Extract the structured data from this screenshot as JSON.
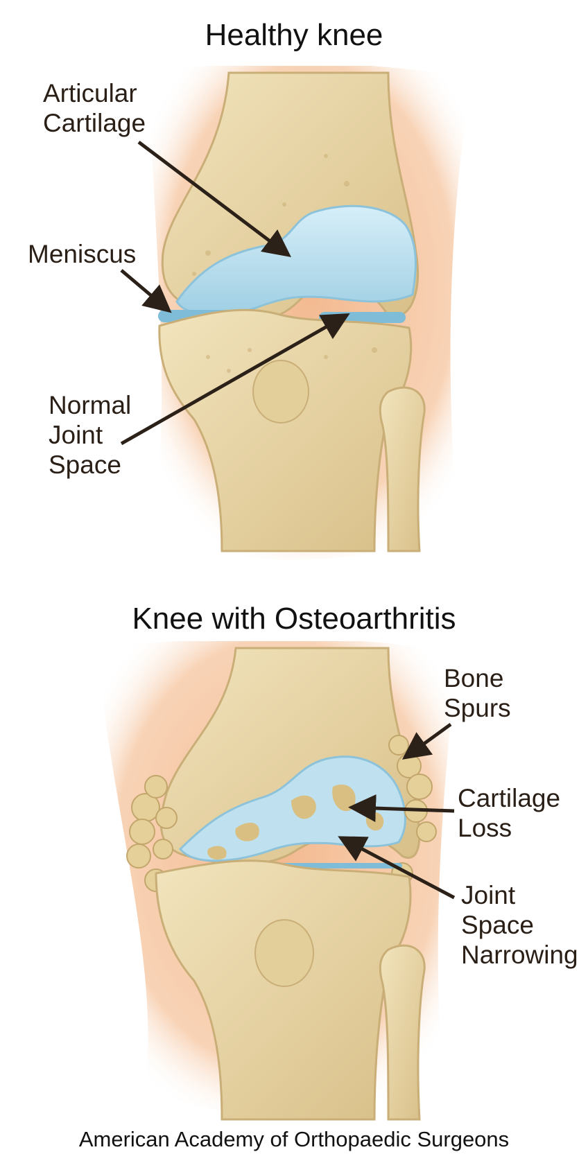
{
  "titles": {
    "healthy": "Healthy knee",
    "osteoarthritis": "Knee with Osteoarthritis"
  },
  "healthy_labels": {
    "articular_cartilage": "Articular\nCartilage",
    "meniscus": "Meniscus",
    "normal_joint_space": "Normal\nJoint\nSpace"
  },
  "oa_labels": {
    "bone_spurs": "Bone\nSpurs",
    "cartilage_loss": "Cartilage\nLoss",
    "joint_space_narrowing": "Joint\nSpace\nNarrowing"
  },
  "credit": "American Academy of Orthopaedic Surgeons",
  "colors": {
    "skin": "#f6c9a6",
    "bone": "#e9d6a3",
    "bone_shadow": "#cdb27a",
    "cartilage": "#bfe1ef",
    "meniscus": "#7fbcd8",
    "arrow": "#2b2118"
  }
}
